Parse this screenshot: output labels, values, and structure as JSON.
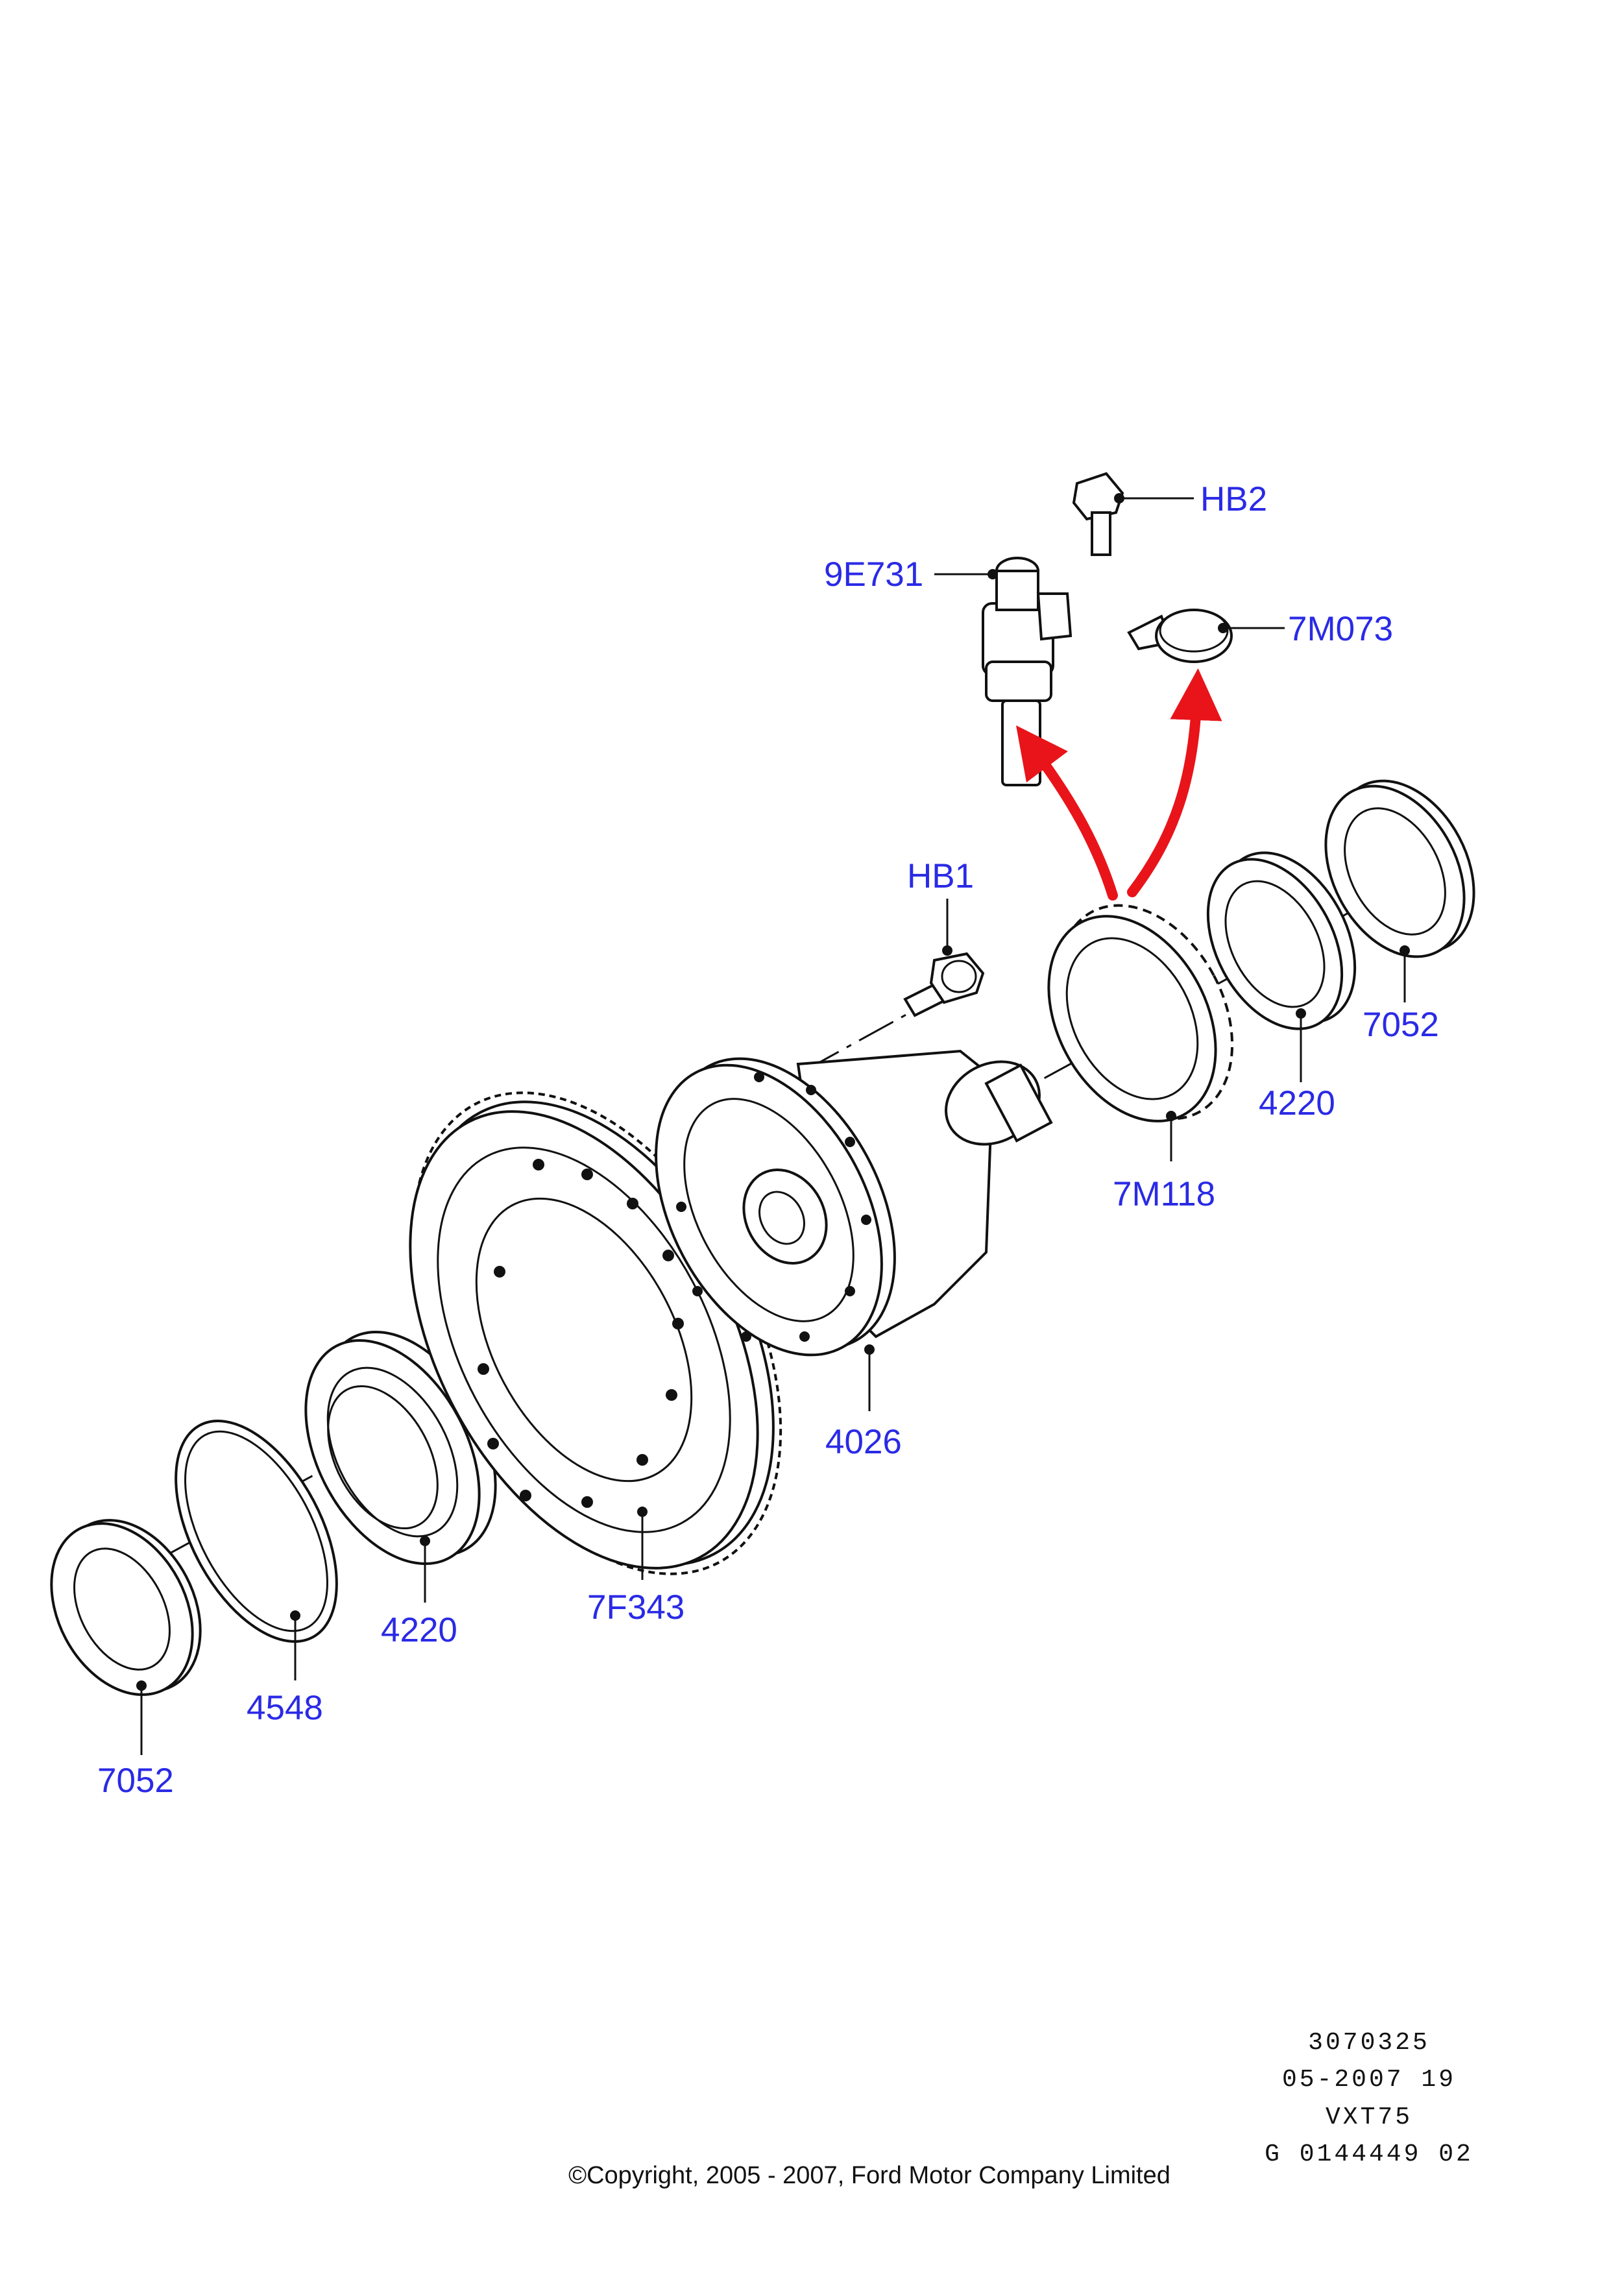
{
  "diagram": {
    "labels": {
      "hb2": "HB2",
      "p9e731": "9E731",
      "p7m073": "7M073",
      "hb1": "HB1",
      "p7052_right": "7052",
      "p4220_right": "4220",
      "p7m118": "7M118",
      "p4026": "4026",
      "p7f343": "7F343",
      "p4220_left": "4220",
      "p4548": "4548",
      "p7052_left": "7052"
    },
    "arrow_color": "#e8141a",
    "label_color": "#2a2ae6"
  },
  "footer": {
    "ref_number": "3070325",
    "date_code": "05-2007 19",
    "model": "VXT75",
    "drawing_id": "G 0144449 02",
    "copyright": "©Copyright, 2005 - 2007, Ford Motor Company Limited"
  }
}
